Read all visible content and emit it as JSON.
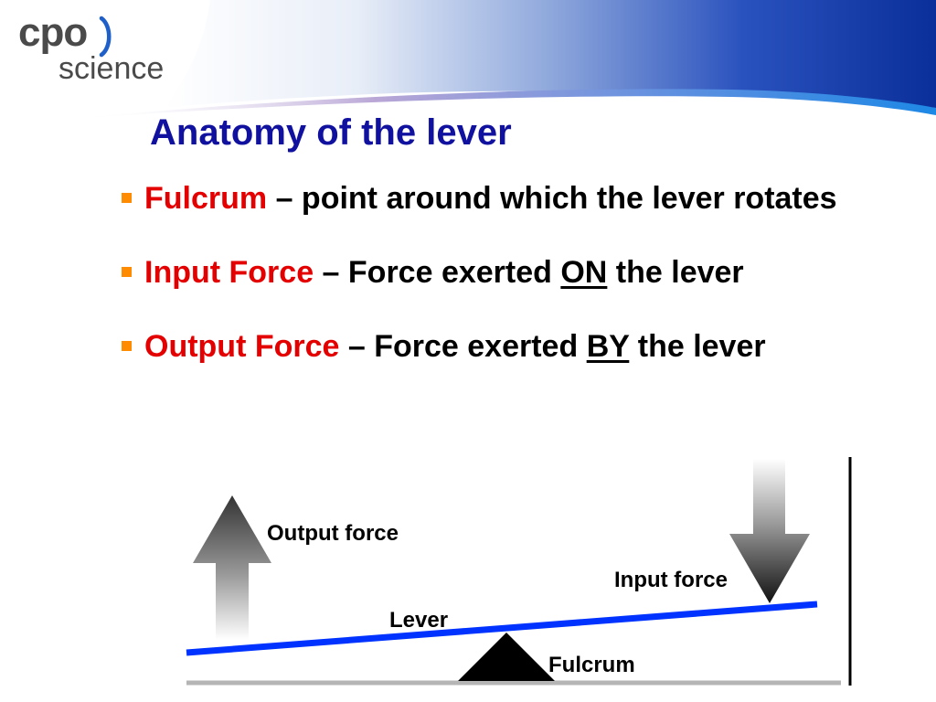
{
  "logo": {
    "line1": "cpo",
    "line2": "science"
  },
  "title": "Anatomy of the lever",
  "bullets": [
    {
      "term": "Fulcrum",
      "text": " – point around which the lever rotates"
    },
    {
      "term": "Input Force",
      "text_before": " – Force exerted ",
      "emphasis": "ON",
      "text_after": " the lever"
    },
    {
      "term": "Output Force",
      "text_before": " – Force exerted ",
      "emphasis": "BY",
      "text_after": " the lever"
    }
  ],
  "diagram": {
    "output_force_label": "Output force",
    "input_force_label": "Input force",
    "lever_label": "Lever",
    "fulcrum_label": "Fulcrum"
  },
  "colors": {
    "title": "#1111a0",
    "term": "#e40000",
    "bullet_marker": "#ff8c00",
    "lever": "#0033ff",
    "banner": "#0a2f9a"
  }
}
